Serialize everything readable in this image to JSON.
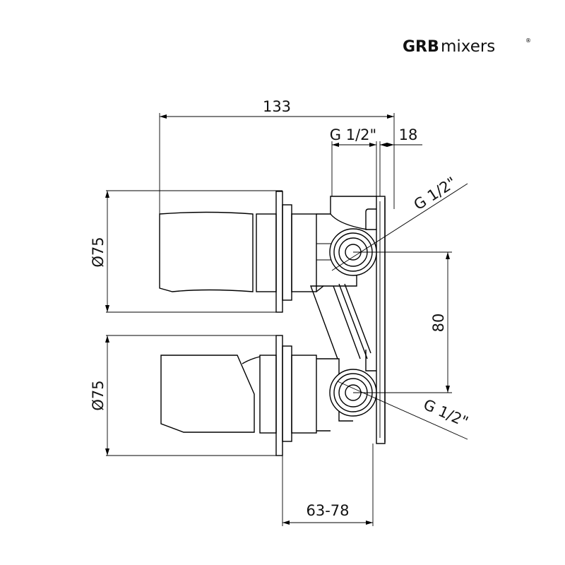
{
  "brand": {
    "bold": "GRB",
    "light": "mixers",
    "mark": "®"
  },
  "dimensions": {
    "overall_depth": "133",
    "inlet_thread_top": "G 1/2\"",
    "plate_thickness": "18",
    "outlet_thread_top": "G 1/2\"",
    "outlet_thread_bottom": "G 1/2\"",
    "outlet_spacing": "80",
    "knob_diameter_top": "Ø75",
    "knob_diameter_bottom": "Ø75",
    "wall_depth_range": "63-78"
  }
}
